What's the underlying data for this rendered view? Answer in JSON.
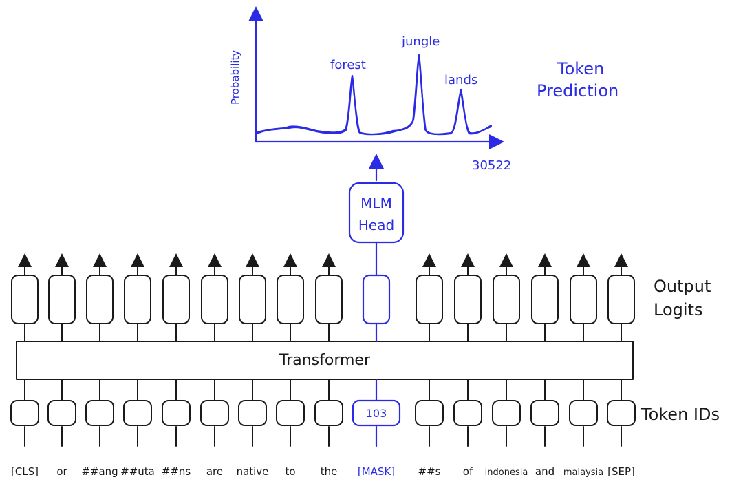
{
  "chart": {
    "ylabel": "Probability",
    "x_end_label": "30522",
    "peaks": [
      "forest",
      "jungle",
      "lands"
    ]
  },
  "title_right": {
    "line1": "Token",
    "line2": "Prediction"
  },
  "mlm_head": {
    "line1": "MLM",
    "line2": "Head"
  },
  "output_logits": {
    "line1": "Output",
    "line2": "Logits"
  },
  "transformer_label": "Transformer",
  "token_ids_label": "Token IDs",
  "mask_token_id": "103",
  "tokens": [
    "[CLS]",
    "or",
    "##ang",
    "##uta",
    "##ns",
    "are",
    "native",
    "to",
    "the",
    "[MASK]",
    "##s",
    "of",
    "indonesia",
    "and",
    "malaysia",
    "[SEP]"
  ],
  "colors": {
    "accent": "#2b2be6",
    "ink": "#1a1a1a"
  }
}
